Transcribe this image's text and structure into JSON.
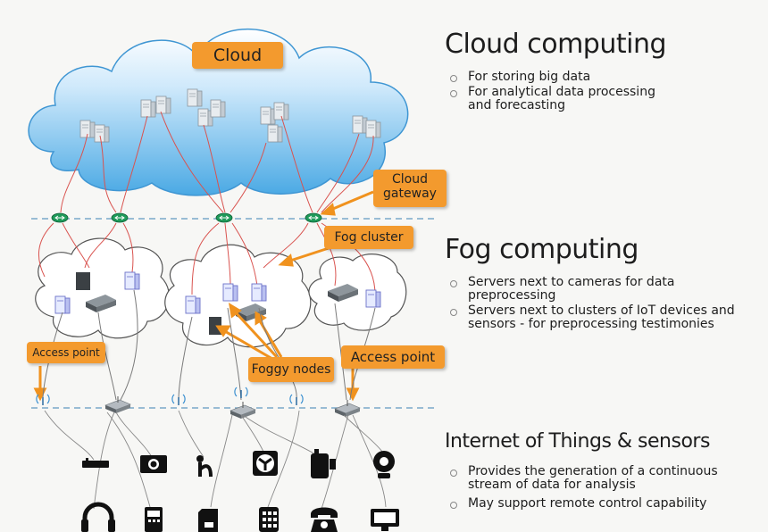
{
  "labels": {
    "cloud": "Cloud",
    "cloud_gateway": "Cloud gateway",
    "fog_cluster": "Fog cluster",
    "access_point_left": "Access point",
    "foggy_nodes": "Foggy nodes",
    "access_point_right": "Access point"
  },
  "sections": {
    "cloud": {
      "title": "Cloud computing",
      "items": [
        "For storing big data",
        "For analytical data processing and forecasting"
      ]
    },
    "fog": {
      "title": "Fog computing",
      "items": [
        "Servers next to cameras for data preprocessing",
        "Servers next to clusters of IoT devices and sensors - for preprocessing testimonies"
      ]
    },
    "iot": {
      "title": "Internet of Things & sensors",
      "items": [
        "Provides the generation of a continuous stream of data for analysis",
        "May support remote control capability"
      ]
    }
  },
  "colors": {
    "label_orange": "#f39a2e",
    "cloud_blue": "#5fb6ea",
    "link_red": "#d9534f",
    "gateway_green": "#1f9a5a",
    "wifi_blue": "#3a8fd0",
    "dashed_line": "#7aa9c9"
  },
  "icons": [
    "server-icon",
    "router-icon",
    "wifi-tower-icon",
    "access-point-icon",
    "headphones-icon",
    "phone-icon",
    "camera-icon",
    "fan-icon",
    "telephone-icon",
    "webcam-icon",
    "monitor-icon"
  ]
}
